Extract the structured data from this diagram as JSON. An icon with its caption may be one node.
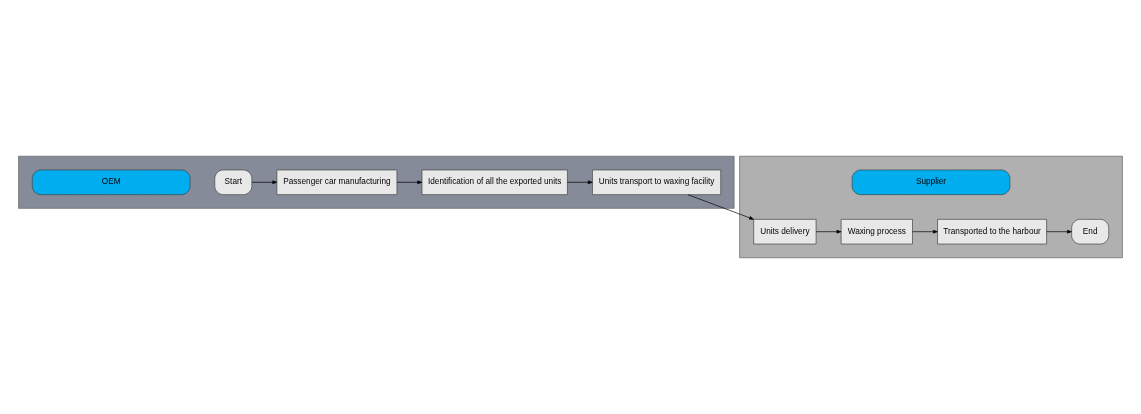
{
  "diagram": {
    "nodes": [
      {
        "text": [],
        "shape": "band"
      },
      {
        "text": [
          "Start"
        ],
        "in": 0
      },
      {
        "text": [
          "Passenger car manufacturing"
        ],
        "in": 0
      },
      {
        "text": [
          "Identification of all the exported units"
        ],
        "in": 0
      },
      {
        "text": [
          "Units transport to waxing facility"
        ],
        "in": 0
      },
      {
        "text": [
          "OEM"
        ],
        "in": 0
      },
      {
        "text": [],
        "shape": "band"
      },
      {
        "text": [
          "Units delivery"
        ],
        "in": 6
      },
      {
        "text": [
          "Waxing process"
        ],
        "in": 6
      },
      {
        "text": [
          "Transported to the harbour"
        ],
        "in": 6
      },
      {
        "text": [
          "End"
        ],
        "in": 6
      },
      {
        "text": [
          "Supplier"
        ],
        "in": 6
      }
    ],
    "edges": [
      {
        "from": 1,
        "to": 2,
        "arrow": "to"
      },
      {
        "from": 2,
        "to": 3,
        "arrow": "to"
      },
      {
        "from": 3,
        "to": 4,
        "arrow": "to"
      },
      {
        "from": 4,
        "to": 7,
        "arrow": "to"
      },
      {
        "from": 7,
        "to": 8,
        "arrow": "to"
      },
      {
        "from": 8,
        "to": 9,
        "arrow": "to"
      },
      {
        "from": 9,
        "to": 10,
        "arrow": "to"
      }
    ]
  }
}
